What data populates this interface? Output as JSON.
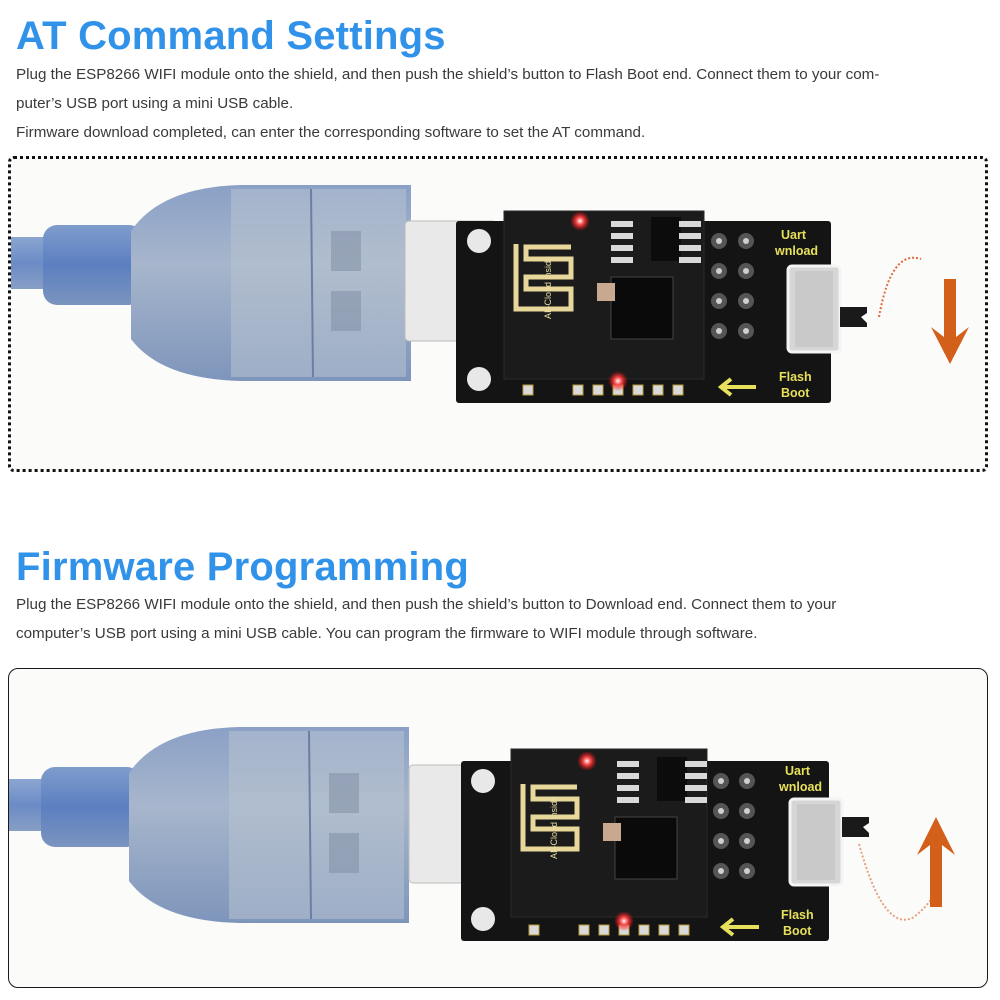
{
  "sections": [
    {
      "title": "AT Command Settings",
      "paragraphs": [
        "Plug the ESP8266 WIFI module onto the shield, and then push the shield’s button to Flash Boot end. Connect them to your com-",
        "puter’s USB port using a mini USB cable.",
        "Firmware download completed, can enter the corresponding software to set the AT command."
      ],
      "photo": {
        "frame_style": "dotted",
        "board_labels": {
          "top": [
            "Uart",
            "wnload"
          ],
          "bottom": [
            "Flash",
            "Boot"
          ],
          "antenna": "AI–Cloud inside"
        },
        "switch_position": "Flash Boot",
        "arrow_direction": "down",
        "arrow_icon": "down-arrow-icon"
      }
    },
    {
      "title": "Firmware Programming",
      "paragraphs": [
        "Plug the ESP8266 WIFI module onto the shield, and then push the shield’s button to Download end. Connect them to your",
        "computer’s USB port using a mini USB cable. You can program the firmware to WIFI module through software."
      ],
      "photo": {
        "frame_style": "solid",
        "board_labels": {
          "top": [
            "Uart",
            "wnload"
          ],
          "bottom": [
            "Flash",
            "Boot"
          ],
          "antenna": "AI–Cloud inside"
        },
        "switch_position": "Uart Download",
        "arrow_direction": "up",
        "arrow_icon": "up-arrow-icon"
      }
    }
  ],
  "colors": {
    "heading": "#3092e8",
    "body_text": "#3a3a3a",
    "arrow": "#d2601a",
    "pcb": "#141414",
    "silkscreen": "#e6e05a",
    "led": "#ff2a2a"
  }
}
